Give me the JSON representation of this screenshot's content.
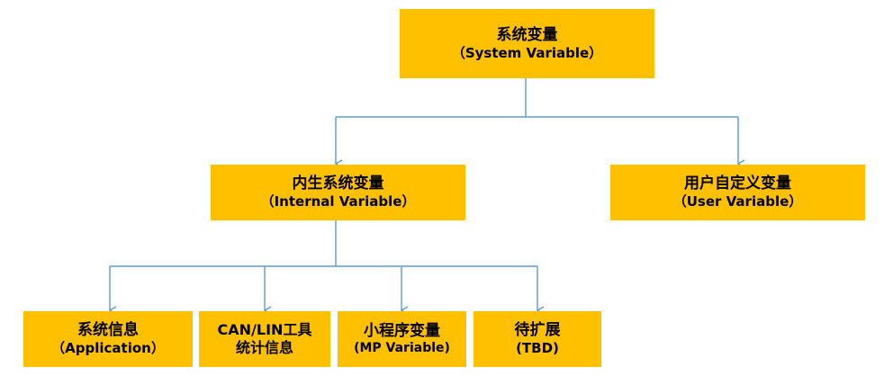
{
  "diagram": {
    "line_color": "#5B9BD5",
    "box_color": "#FFC000",
    "nodes": {
      "root": {
        "line1": "系统变量",
        "line2": "（System Variable）"
      },
      "internal": {
        "line1": "内生系统变量",
        "line2": "（Internal Variable）"
      },
      "user": {
        "line1": "用户自定义变量",
        "line2": "（User Variable）"
      },
      "app": {
        "line1": "系统信息",
        "line2": "（Application）"
      },
      "canlin": {
        "line1": "CAN/LIN工具",
        "line2": "统计信息"
      },
      "mp": {
        "line1": "小程序变量",
        "line2": "(MP Variable)"
      },
      "tbd": {
        "line1": "待扩展",
        "line2": "(TBD)"
      }
    }
  }
}
